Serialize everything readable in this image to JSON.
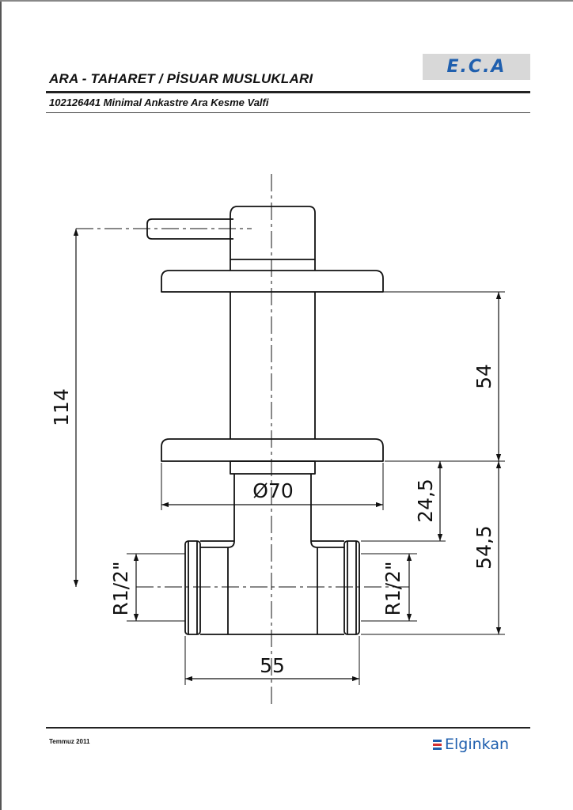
{
  "header": {
    "title": "ARA - TAHARET / PİSUAR MUSLUKLARI",
    "subtitle": "102126441 Minimal Ankastre Ara Kesme Valfi",
    "brand_logo_text": "E.C.A"
  },
  "drawing": {
    "dimensions": {
      "total_height": "114",
      "upper_height": "54",
      "lower_height": "54,5",
      "spigot_offset": "24,5",
      "flange_diameter": "Ø70",
      "body_width": "55",
      "left_thread": "R1/2\"",
      "right_thread": "R1/2\""
    }
  },
  "footer": {
    "date": "Temmuz 2011",
    "company_logo_text": "Elginkan"
  },
  "colors": {
    "brand_blue": "#1f5fae",
    "logo_background": "#d8d8d8",
    "line": "#111111"
  }
}
